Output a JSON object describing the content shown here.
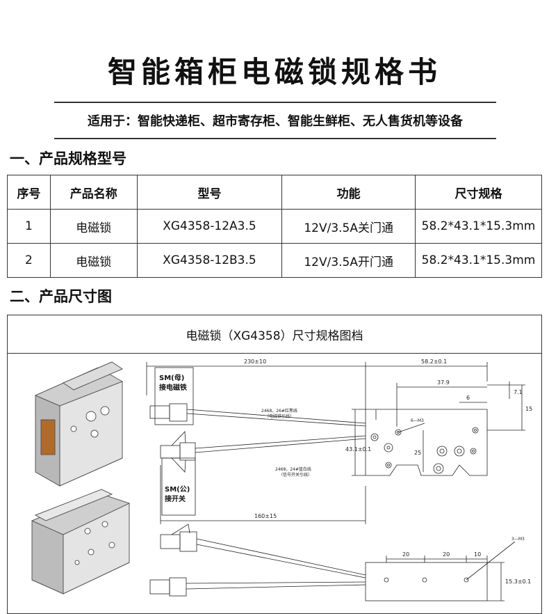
{
  "title": "智能箱柜电磁锁规格书",
  "subtitle": "适用于：智能快递柜、超市寄存柜、智能生鲜柜、无人售货机等设备",
  "section1_title": "一、产品规格型号",
  "section2_title": "二、产品尺寸图",
  "table": {
    "headers": [
      "序号",
      "产品名称",
      "型号",
      "功能",
      "尺寸规格"
    ],
    "rows": [
      [
        "1",
        "电磁锁",
        "XG4358-12A3.5",
        "12V/3.5A关门通",
        "58.2*43.1*15.3mm"
      ],
      [
        "2",
        "电磁锁",
        "XG4358-12B3.5",
        "12V/3.5A开门通",
        "58.2*43.1*15.3mm"
      ]
    ]
  },
  "drawing": {
    "header": "电磁锁（XG4358）尺寸规格图档",
    "dims": {
      "length_top": "230±10",
      "width_body": "58.2±0.1",
      "d_37_9": "37.9",
      "d_6": "6",
      "d_7_1": "7.1",
      "d_15": "15",
      "height": "43.1±0.1",
      "d_25": "25",
      "length_bottom": "160±15",
      "hole_note": "6—M3",
      "hole_note_bottom": "3—M3",
      "d_20a": "20",
      "d_20b": "20",
      "d_10": "10",
      "thickness": "15.3±0.1"
    },
    "wires": {
      "red_black": "2468，26#红黑线",
      "red_black_note": "（电磁铁引线）",
      "blue_white": "2468，24#蓝白线",
      "blue_white_note": "（信号开关引线）"
    },
    "connectors": {
      "female": "SM(母)",
      "female_note": "接电磁铁",
      "male": "SM(公)",
      "male_note": "接开关"
    }
  }
}
